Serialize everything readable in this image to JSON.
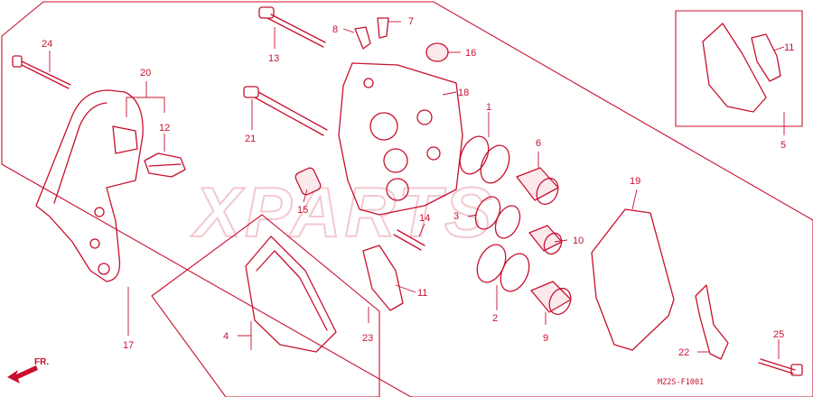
{
  "diagram": {
    "code": "MZ2S-F1001",
    "direction_label": "FR.",
    "watermark": "XPARTS",
    "callouts": [
      {
        "id": "c1",
        "label": "1"
      },
      {
        "id": "c2",
        "label": "2"
      },
      {
        "id": "c3",
        "label": "3"
      },
      {
        "id": "c4",
        "label": "4"
      },
      {
        "id": "c5",
        "label": "5"
      },
      {
        "id": "c6",
        "label": "6"
      },
      {
        "id": "c7",
        "label": "7"
      },
      {
        "id": "c8",
        "label": "8"
      },
      {
        "id": "c9",
        "label": "9"
      },
      {
        "id": "c10",
        "label": "10"
      },
      {
        "id": "c11a",
        "label": "11"
      },
      {
        "id": "c11b",
        "label": "11"
      },
      {
        "id": "c12",
        "label": "12"
      },
      {
        "id": "c13",
        "label": "13"
      },
      {
        "id": "c14",
        "label": "14"
      },
      {
        "id": "c15",
        "label": "15"
      },
      {
        "id": "c16",
        "label": "16"
      },
      {
        "id": "c17",
        "label": "17"
      },
      {
        "id": "c18",
        "label": "18"
      },
      {
        "id": "c19",
        "label": "19"
      },
      {
        "id": "c20",
        "label": "20"
      },
      {
        "id": "c21",
        "label": "21"
      },
      {
        "id": "c22",
        "label": "22"
      },
      {
        "id": "c23",
        "label": "23"
      },
      {
        "id": "c24",
        "label": "24"
      },
      {
        "id": "c25",
        "label": "25"
      }
    ],
    "colors": {
      "line": "#c8102e",
      "watermark": "#f2c9cf",
      "background": "#ffffff"
    }
  }
}
